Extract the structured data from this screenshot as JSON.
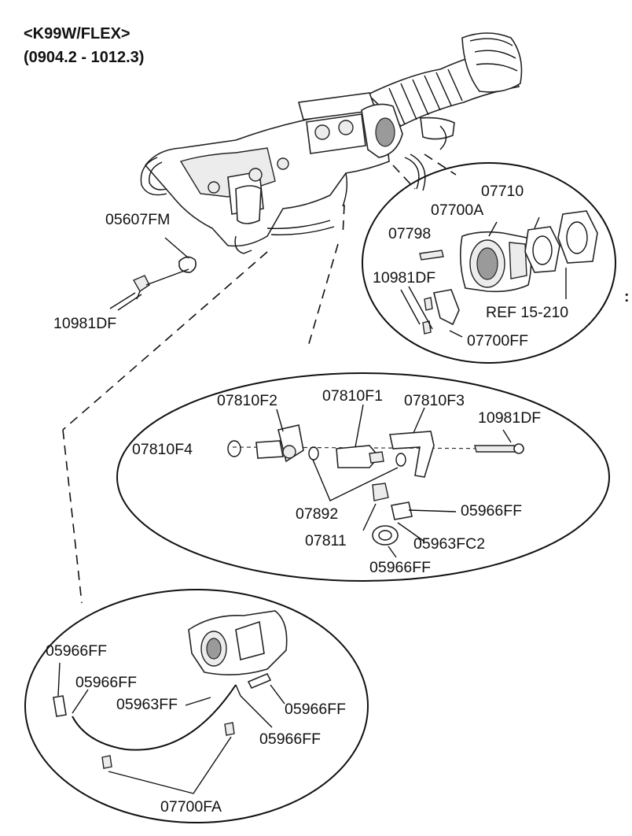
{
  "header": {
    "model": "<K99W/FLEX>",
    "range": "(0904.2 - 1012.3)"
  },
  "labels": {
    "p05607FM": "05607FM",
    "p10981DF_main": "10981DF",
    "p07710": "07710",
    "p07700A": "07700A",
    "p07798": "07798",
    "p10981DF_tb": "10981DF",
    "ref_15_210": "REF 15-210",
    "p07700FF": "07700FF",
    "p07810F2": "07810F2",
    "p07810F1": "07810F1",
    "p07810F3": "07810F3",
    "p10981DF_sensor": "10981DF",
    "p07810F4": "07810F4",
    "p07892": "07892",
    "p05966FF_sensor_a": "05966FF",
    "p07811": "07811",
    "p05963FC2": "05963FC2",
    "p05966FF_sensor_b": "05966FF",
    "p05966FF_cable_a": "05966FF",
    "p05966FF_cable_b": "05966FF",
    "p05963FF": "05963FF",
    "p05966FF_cable_c": "05966FF",
    "p05966FF_cable_d": "05966FF",
    "p07700FA": "07700FA"
  },
  "page_marker": ":"
}
